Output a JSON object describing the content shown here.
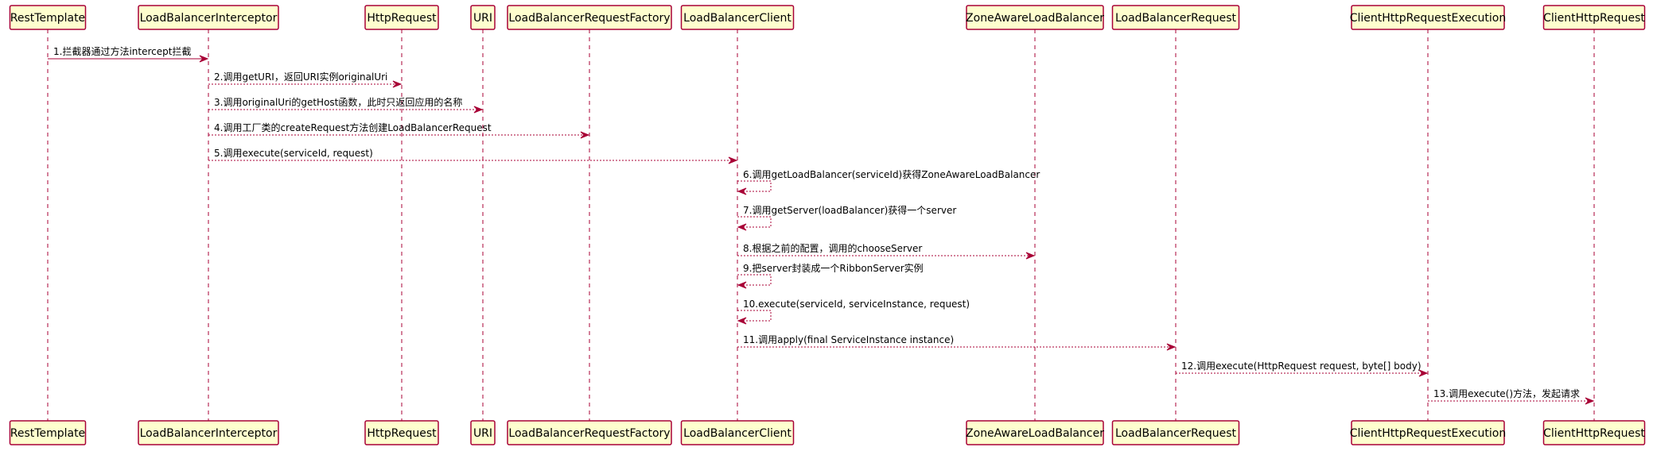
{
  "participants": [
    {
      "id": "p0",
      "label": "RestTemplate"
    },
    {
      "id": "p1",
      "label": "LoadBalancerInterceptor"
    },
    {
      "id": "p2",
      "label": "HttpRequest"
    },
    {
      "id": "p3",
      "label": "URI"
    },
    {
      "id": "p4",
      "label": "LoadBalancerRequestFactory"
    },
    {
      "id": "p5",
      "label": "LoadBalancerClient"
    },
    {
      "id": "p6",
      "label": "ZoneAwareLoadBalancer"
    },
    {
      "id": "p7",
      "label": "LoadBalancerRequest"
    },
    {
      "id": "p8",
      "label": "ClientHttpRequestExecution"
    },
    {
      "id": "p9",
      "label": "ClientHttpRequest"
    }
  ],
  "messages": [
    {
      "from": 0,
      "to": 1,
      "label": "1.拦截器通过方法intercept拦截",
      "style": "solid"
    },
    {
      "from": 1,
      "to": 2,
      "label": "2.调用getURI，返回URI实例originalUri",
      "style": "dashed"
    },
    {
      "from": 1,
      "to": 3,
      "label": "3.调用originalUri的getHost函数，此时只返回应用的名称",
      "style": "dashed"
    },
    {
      "from": 1,
      "to": 4,
      "label": "4.调用工厂类的createRequest方法创建LoadBalancerRequest",
      "style": "dashed"
    },
    {
      "from": 1,
      "to": 5,
      "label": "5.调用execute(serviceId, request)",
      "style": "dashed"
    },
    {
      "from": 5,
      "to": 5,
      "label": "6.调用getLoadBalancer(serviceId)获得ZoneAwareLoadBalancer",
      "style": "dashed"
    },
    {
      "from": 5,
      "to": 5,
      "label": "7.调用getServer(loadBalancer)获得一个server",
      "style": "dashed"
    },
    {
      "from": 5,
      "to": 6,
      "label": "8.根据之前的配置，调用的chooseServer",
      "style": "dashed"
    },
    {
      "from": 5,
      "to": 5,
      "label": "9.把server封装成一个RibbonServer实例",
      "style": "dashed"
    },
    {
      "from": 5,
      "to": 5,
      "label": "10.execute(serviceId, serviceInstance, request)",
      "style": "dashed"
    },
    {
      "from": 5,
      "to": 7,
      "label": "11.调用apply(final ServiceInstance instance)",
      "style": "dashed"
    },
    {
      "from": 7,
      "to": 8,
      "label": "12.调用execute(HttpRequest request, byte[] body)",
      "style": "dashed"
    },
    {
      "from": 8,
      "to": 9,
      "label": "13.调用execute()方法，发起请求",
      "style": "dashed"
    }
  ],
  "colors": {
    "participant_fill": "#FEFECE",
    "participant_border": "#A80036",
    "line": "#A80036",
    "text": "#000000",
    "background": "#FFFFFF"
  }
}
